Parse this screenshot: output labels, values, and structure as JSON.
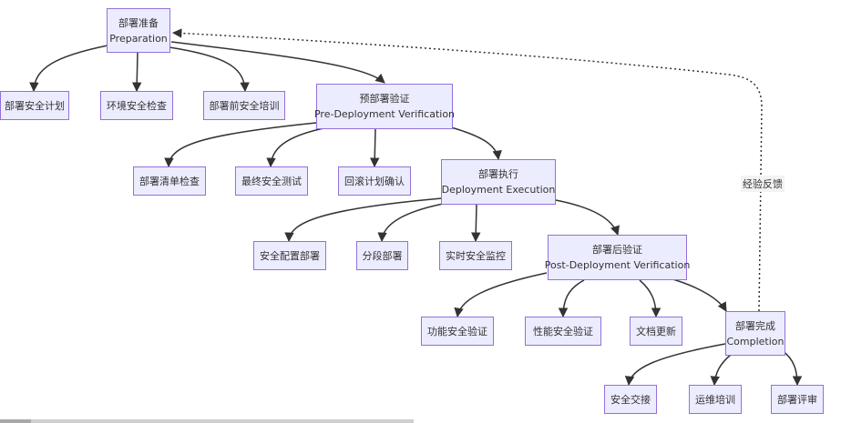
{
  "nodes": {
    "prep": {
      "line1": "部署准备",
      "line2": "Preparation"
    },
    "plan": {
      "label": "部署安全计划"
    },
    "env": {
      "label": "环境安全检查"
    },
    "train": {
      "label": "部署前安全培训"
    },
    "verify": {
      "line1": "预部署验证",
      "line2": "Pre-Deployment Verification"
    },
    "checklist": {
      "label": "部署清单检查"
    },
    "finaltest": {
      "label": "最终安全测试"
    },
    "rollback": {
      "label": "回滚计划确认"
    },
    "exec": {
      "line1": "部署执行",
      "line2": "Deployment Execution"
    },
    "config": {
      "label": "安全配置部署"
    },
    "staged": {
      "label": "分段部署"
    },
    "monitor": {
      "label": "实时安全监控"
    },
    "post": {
      "line1": "部署后验证",
      "line2": "Post-Deployment Verification"
    },
    "funcverify": {
      "label": "功能安全验证"
    },
    "perfverify": {
      "label_left": "性能",
      "label_right": "安全验证"
    },
    "docs": {
      "label": "文档更新"
    },
    "done": {
      "line1": "部署完成",
      "line2": "Completion"
    },
    "handover": {
      "label": "安全交接"
    },
    "opstrain": {
      "label": "运维培训"
    },
    "review": {
      "label": "部署评审"
    }
  },
  "edges": {
    "feedback_label": "经验反馈"
  },
  "colors": {
    "node_fill": "#ECECFF",
    "node_border": "#9370DB",
    "edge": "#333333",
    "label_bg": "#f3f3f3"
  }
}
